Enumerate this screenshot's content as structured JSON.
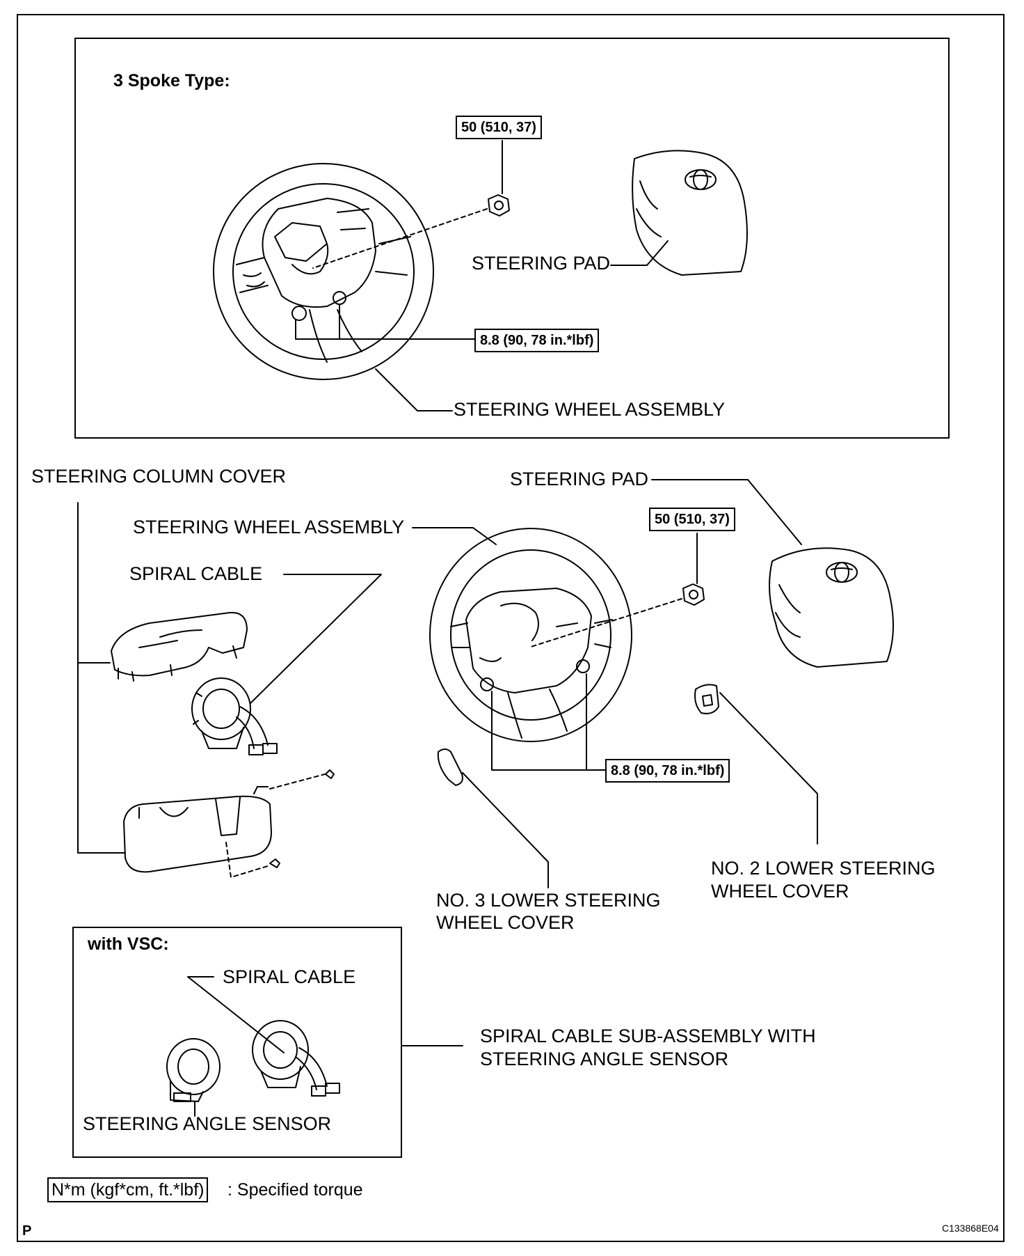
{
  "top_panel": {
    "heading": "3 Spoke Type:",
    "nut_torque": "50 (510, 37)",
    "bolt_torque": "8.8 (90, 78 in.*lbf)",
    "steering_pad_label": "STEERING PAD",
    "wheel_assembly_label": "STEERING WHEEL ASSEMBLY"
  },
  "main": {
    "column_cover_label": "STEERING COLUMN COVER",
    "steering_pad_label": "STEERING PAD",
    "wheel_assembly_label": "STEERING WHEEL ASSEMBLY",
    "nut_torque": "50 (510, 37)",
    "spiral_cable_label": "SPIRAL CABLE",
    "bolt_torque": "8.8 (90, 78 in.*lbf)",
    "no2_cover_line1": "NO. 2 LOWER STEERING",
    "no2_cover_line2": "WHEEL COVER",
    "no3_cover_line1": "NO. 3 LOWER STEERING",
    "no3_cover_line2": "WHEEL COVER"
  },
  "vsc_panel": {
    "heading": "with VSC:",
    "spiral_cable_label": "SPIRAL CABLE",
    "angle_sensor_label": "STEERING ANGLE SENSOR",
    "sub_assembly_line1": "SPIRAL CABLE SUB-ASSEMBLY WITH",
    "sub_assembly_line2": "STEERING ANGLE SENSOR"
  },
  "legend": {
    "unit_box": "N*m (kgf*cm, ft.*lbf)",
    "unit_text": ": Specified torque"
  },
  "footer": {
    "page_letter": "P",
    "figure_code": "C133868E04"
  }
}
